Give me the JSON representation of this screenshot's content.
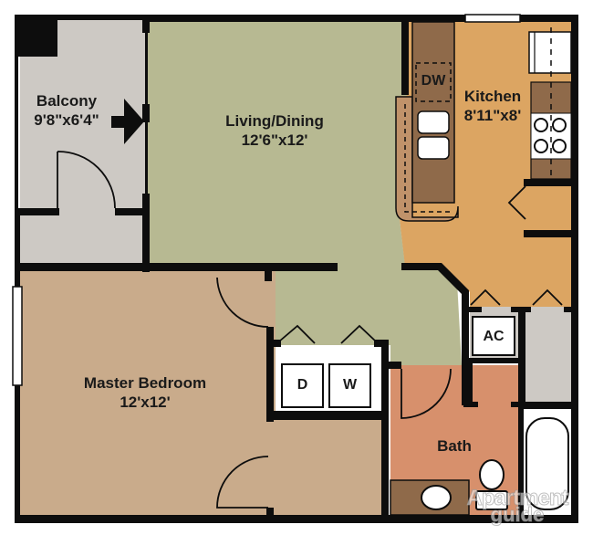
{
  "floorplan": {
    "rooms": [
      {
        "id": "balcony",
        "name": "Balcony",
        "dimensions": "9'8\"x6'4\"",
        "color": "#cdc9c4"
      },
      {
        "id": "living",
        "name": "Living/Dining",
        "dimensions": "12'6\"x12'",
        "color": "#b7b992"
      },
      {
        "id": "kitchen",
        "name": "Kitchen",
        "dimensions": "8'11\"x8'",
        "color": "#dca562"
      },
      {
        "id": "bedroom",
        "name": "Master Bedroom",
        "dimensions": "12'x12'",
        "color": "#c9ab8b"
      },
      {
        "id": "bath",
        "name": "Bath",
        "dimensions": "",
        "color": "#d7906c"
      }
    ],
    "fixtures": {
      "dishwasher": "DW",
      "dryer": "D",
      "washer": "W",
      "ac": "AC"
    },
    "colors": {
      "wall": "#0d0d0d",
      "cabinet": "#8f6a4a",
      "bar_counter": "#c0926a",
      "closet": "#cdc9c4",
      "appliance": "#ffffff"
    },
    "watermark": {
      "line1": "Apartment",
      "line2": "guide"
    }
  }
}
